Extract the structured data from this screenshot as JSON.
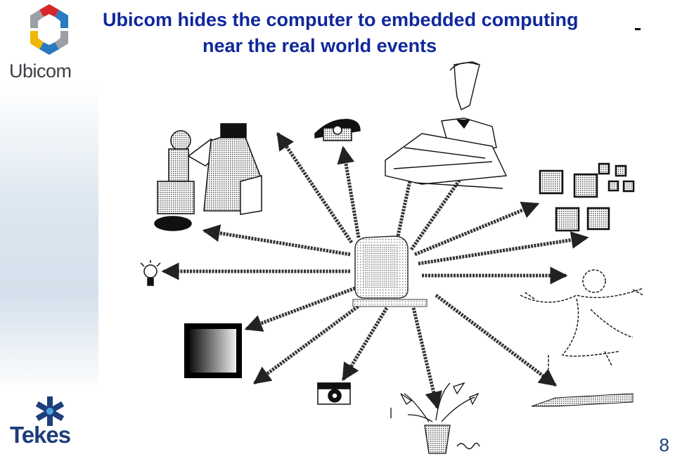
{
  "slide": {
    "title_line1": "Ubicom hides the computer to embedded computing",
    "title_line2": "near the real world events",
    "page_number": "8"
  },
  "logos": {
    "top": "Ubicom",
    "bottom": "Tekes"
  },
  "colors": {
    "title": "#10289c",
    "sidebar": "#dbe6ef",
    "tekes_blue": "#1d3f7a",
    "ubicom_red": "#d8262d",
    "ubicom_blue": "#2a7ac0",
    "ubicom_yellow": "#f2b705",
    "ubicom_gray": "#9aa0a6"
  },
  "diagram": {
    "center": "computer",
    "spokes": [
      "drafter-at-desk",
      "telephone",
      "businessman-reading",
      "windows-building-squares",
      "lightbulb",
      "running-person",
      "tv-screen",
      "camera",
      "potted-plant",
      "pen"
    ]
  }
}
